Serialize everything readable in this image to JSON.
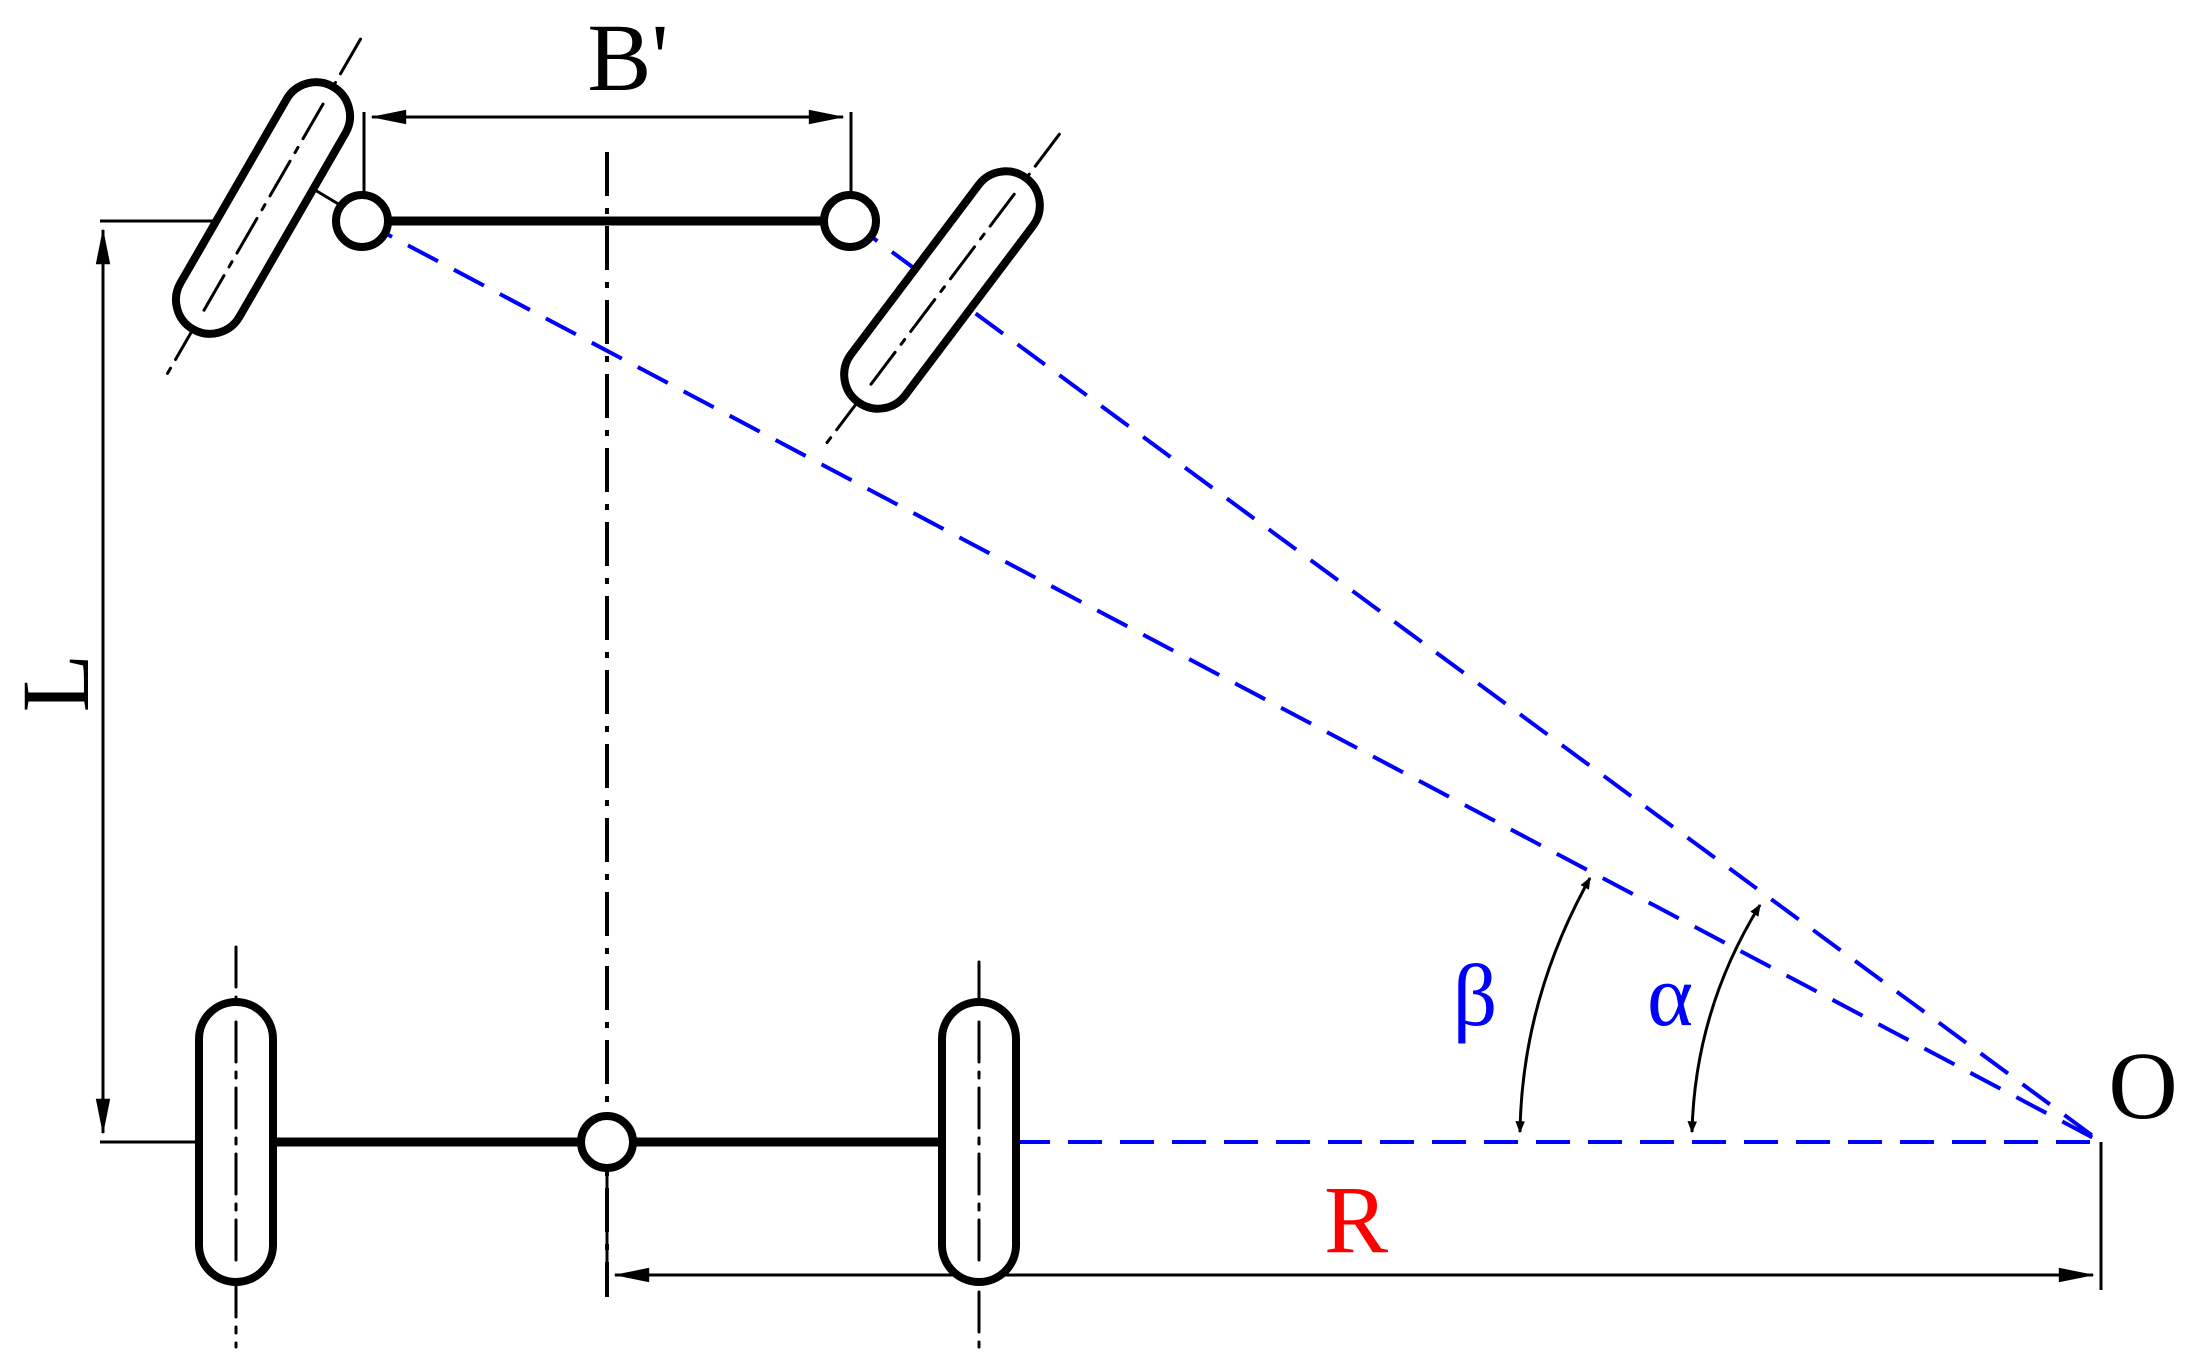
{
  "labels": {
    "b_prime": "B'",
    "l": "L",
    "r": "R",
    "o": "O",
    "beta": "β",
    "alpha": "α"
  },
  "colors": {
    "line": "#000000",
    "construction": "#0000ff",
    "r_label": "#ff0000",
    "angle_label": "#0000ff"
  }
}
